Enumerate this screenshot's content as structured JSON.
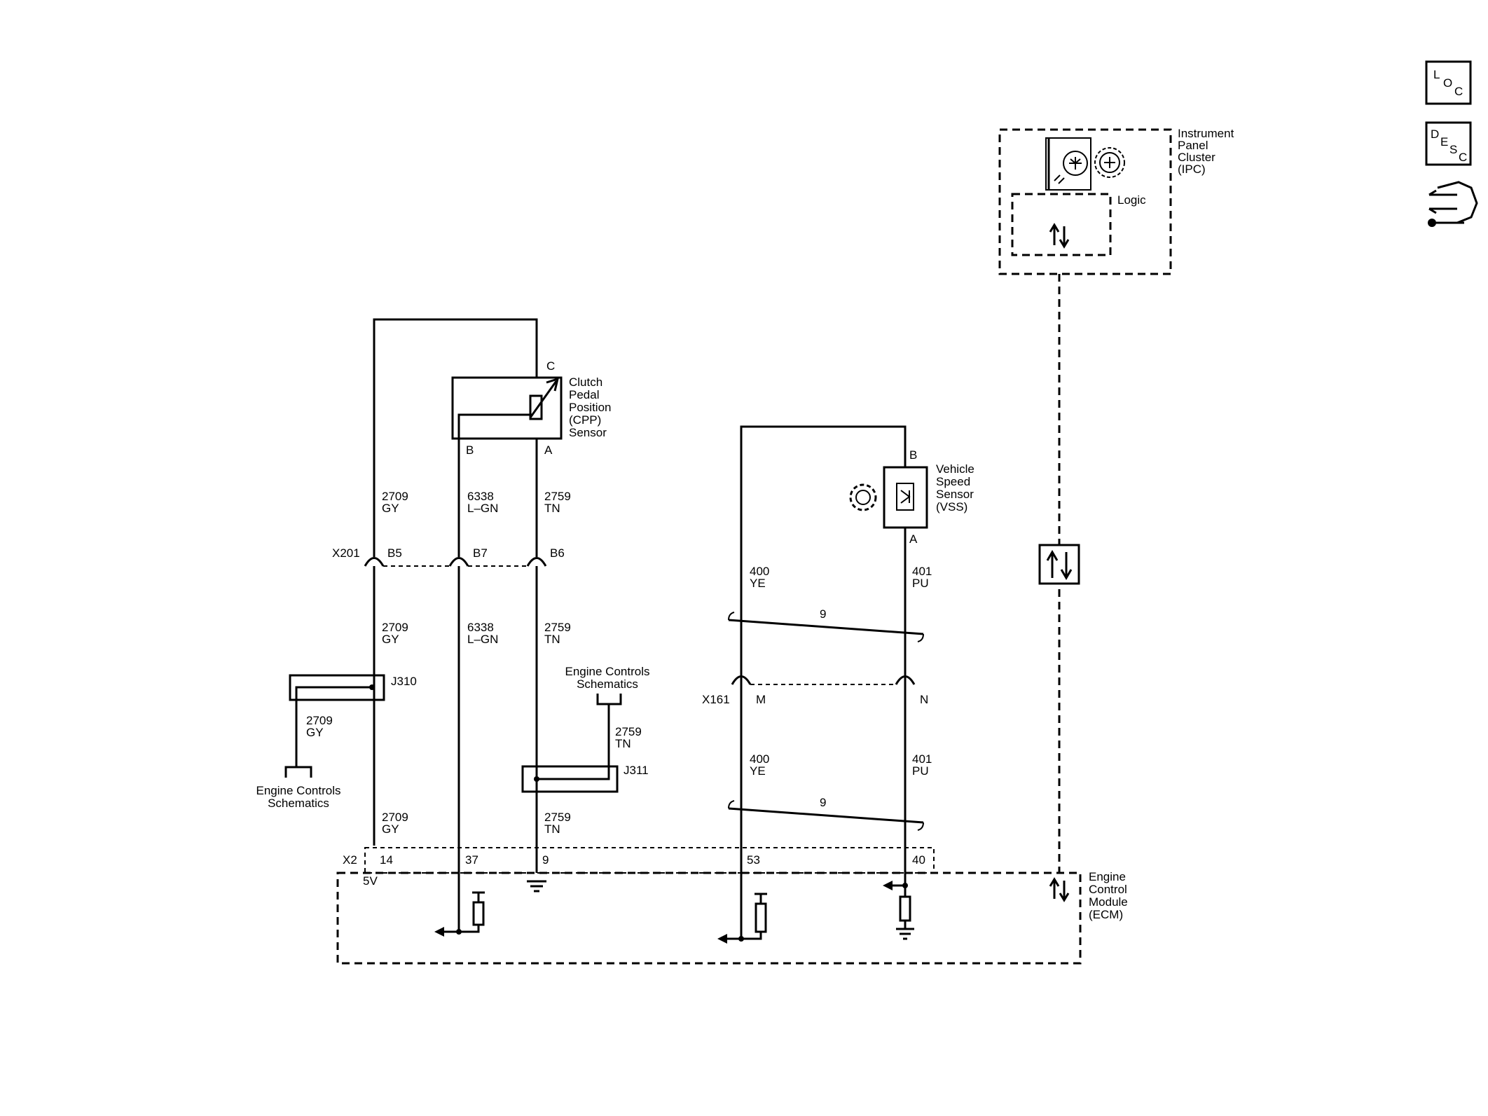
{
  "icons": {
    "loc_letters": [
      "L",
      "O",
      "C"
    ],
    "desc_letters": [
      "D",
      "E",
      "S",
      "C"
    ]
  },
  "components": {
    "ipc": {
      "lines": [
        "Instrument",
        "Panel",
        "Cluster",
        "(IPC)"
      ],
      "logic": "Logic"
    },
    "cpp": {
      "lines": [
        "Clutch",
        "Pedal",
        "Position",
        "(CPP)",
        "Sensor"
      ],
      "pin_c": "C",
      "pin_b": "B",
      "pin_a": "A"
    },
    "vss": {
      "lines": [
        "Vehicle",
        "Speed",
        "Sensor",
        "(VSS)"
      ],
      "pin_b": "B",
      "pin_a": "A"
    },
    "ecm": {
      "lines": [
        "Engine",
        "Control",
        "Module",
        "(ECM)"
      ],
      "connector": "X2",
      "pins": [
        "14",
        "37",
        "9",
        "53",
        "40"
      ],
      "supply": "5V"
    }
  },
  "connectors": {
    "x201": {
      "name": "X201",
      "pins": [
        "B5",
        "B7",
        "B6"
      ]
    },
    "x161": {
      "name": "X161",
      "pins": [
        "M",
        "N"
      ]
    }
  },
  "wires": {
    "w2709_upper": {
      "circuit": "2709",
      "color": "GY"
    },
    "w6338_upper": {
      "circuit": "6338",
      "color": "L–GN"
    },
    "w2759_upper": {
      "circuit": "2759",
      "color": "TN"
    },
    "w2709_mid": {
      "circuit": "2709",
      "color": "GY"
    },
    "w6338_mid": {
      "circuit": "6338",
      "color": "L–GN"
    },
    "w2759_mid": {
      "circuit": "2759",
      "color": "TN"
    },
    "w2709_branch": {
      "circuit": "2709",
      "color": "GY"
    },
    "w2759_branch": {
      "circuit": "2759",
      "color": "TN"
    },
    "w2709_lower": {
      "circuit": "2709",
      "color": "GY"
    },
    "w2759_lower": {
      "circuit": "2759",
      "color": "TN"
    },
    "w400_upper": {
      "circuit": "400",
      "color": "YE"
    },
    "w401_upper": {
      "circuit": "401",
      "color": "PU"
    },
    "w400_lower": {
      "circuit": "400",
      "color": "YE"
    },
    "w401_lower": {
      "circuit": "401",
      "color": "PU"
    }
  },
  "splices": {
    "j310": "J310",
    "j311": "J311"
  },
  "twists": {
    "upper": "9",
    "lower": "9"
  },
  "refs": {
    "engine_controls_left": [
      "Engine Controls",
      "Schematics"
    ],
    "engine_controls_right": [
      "Engine Controls",
      "Schematics"
    ]
  }
}
